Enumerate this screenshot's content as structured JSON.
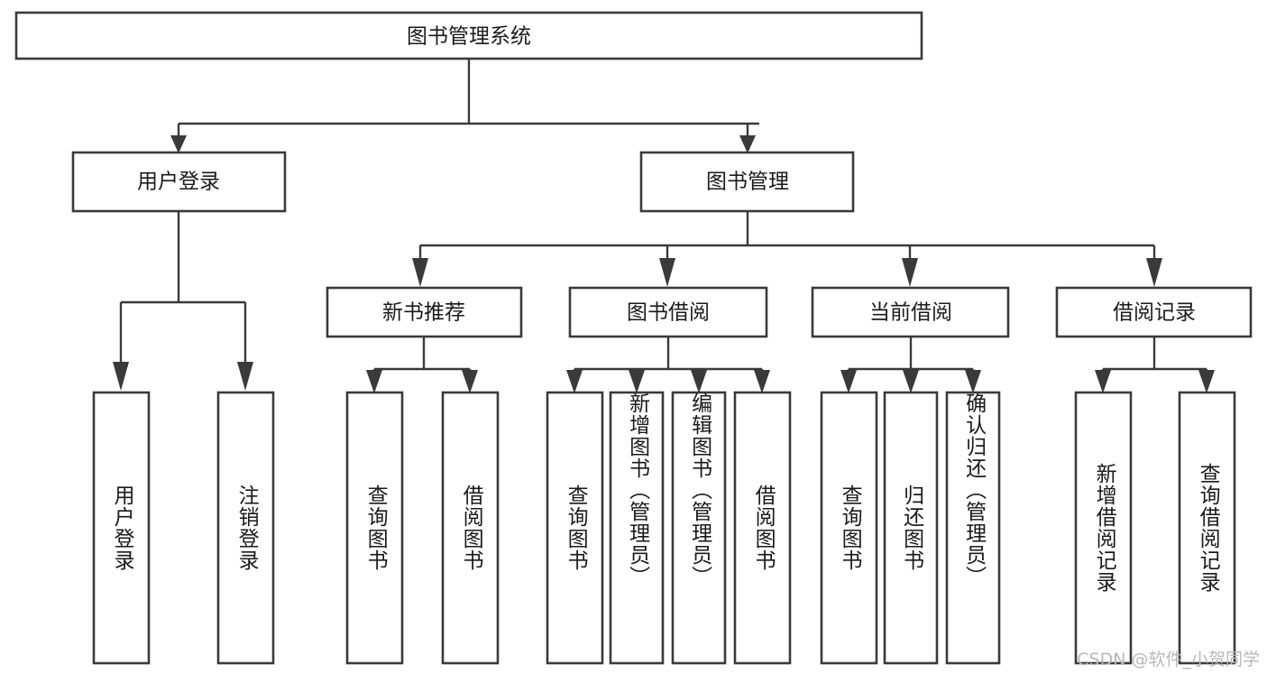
{
  "diagram": {
    "title": "图书管理系统",
    "type": "tree",
    "watermark": "CSDN @软件_小贺同学",
    "colors": {
      "box_stroke": "#3a3a3a",
      "box_fill": "#ffffff",
      "text": "#1a1a1a",
      "background": "#ffffff",
      "watermark": "#b9b9b9"
    },
    "root": {
      "label": "图书管理系统"
    },
    "level2": [
      {
        "label": "用户登录"
      },
      {
        "label": "图书管理"
      }
    ],
    "level3": [
      {
        "label": "新书推荐"
      },
      {
        "label": "图书借阅"
      },
      {
        "label": "当前借阅"
      },
      {
        "label": "借阅记录"
      }
    ],
    "leaves": {
      "user_login": [
        {
          "label": "用户登录"
        },
        {
          "label": "注销登录"
        }
      ],
      "new_book_recommend": [
        {
          "label": "查询图书"
        },
        {
          "label": "借阅图书"
        }
      ],
      "book_borrow": [
        {
          "label": "查询图书"
        },
        {
          "label": "新增图书（管理员）"
        },
        {
          "label": "编辑图书（管理员）"
        },
        {
          "label": "借阅图书"
        }
      ],
      "current_borrow": [
        {
          "label": "查询图书"
        },
        {
          "label": "归还图书"
        },
        {
          "label": "确认归还（管理员）"
        }
      ],
      "borrow_record": [
        {
          "label": "新增借阅记录"
        },
        {
          "label": "查询借阅记录"
        }
      ]
    }
  }
}
